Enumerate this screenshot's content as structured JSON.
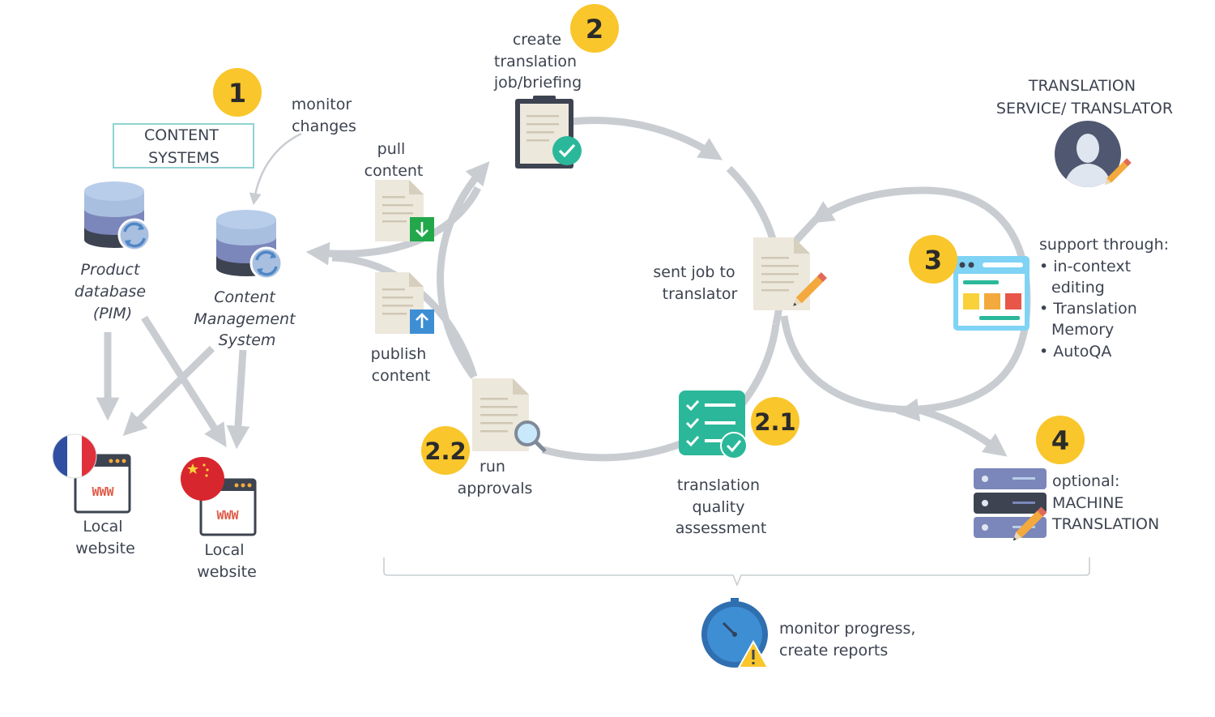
{
  "colors": {
    "badge": "#f9c62b",
    "arrow": "#c9cdd2",
    "paper": "#ede8dc",
    "db_top": "#a8bfe0",
    "db_mid": "#7b86ba",
    "db_bottom": "#3d4350",
    "teal": "#2bb89a",
    "blue_timer": "#3e8ed4",
    "browser_blue": "#7fd3f5"
  },
  "steps": {
    "s1": "1",
    "s2": "2",
    "s21": "2.1",
    "s22": "2.2",
    "s3": "3",
    "s4": "4"
  },
  "labels": {
    "content_systems": [
      "CONTENT",
      "SYSTEMS"
    ],
    "monitor_changes": [
      "monitor",
      "changes"
    ],
    "product_db": [
      "Product",
      "database",
      "(PIM)"
    ],
    "cms": [
      "Content",
      "Management",
      "System"
    ],
    "pull_content": [
      "pull",
      "content"
    ],
    "publish_content": [
      "publish",
      "content"
    ],
    "create_job": [
      "create",
      "translation",
      "job/briefing"
    ],
    "sent_job": [
      "sent job to",
      "translator"
    ],
    "tqa": [
      "translation",
      "quality",
      "assessment"
    ],
    "run_approvals": [
      "run",
      "approvals"
    ],
    "translator": [
      "TRANSLATION",
      "SERVICE/ TRANSLATOR"
    ],
    "support": [
      "support through:",
      "• in-context",
      "editing",
      "• Translation",
      "Memory",
      "• AutoQA"
    ],
    "optional_mt": [
      "optional:",
      "MACHINE",
      "TRANSLATION"
    ],
    "local_website_1": [
      "Local",
      "website"
    ],
    "local_website_2": [
      "Local",
      "website"
    ],
    "monitor_progress": [
      "monitor progress,",
      "create reports"
    ],
    "www": "WWW"
  },
  "icons": {
    "db_product": "database-sync-icon",
    "db_cms": "database-sync-icon",
    "pull_doc": "document-download-icon",
    "publish_doc": "document-upload-icon",
    "clipboard": "clipboard-check-icon",
    "sent_doc": "document-pencil-icon",
    "checklist": "checklist-icon",
    "approval_doc": "document-search-icon",
    "avatar": "translator-avatar-icon",
    "editor": "browser-editor-icon",
    "server": "server-stack-icon",
    "timer": "stopwatch-warning-icon",
    "flag_fr": "flag-france-icon",
    "flag_cn": "flag-china-icon"
  }
}
